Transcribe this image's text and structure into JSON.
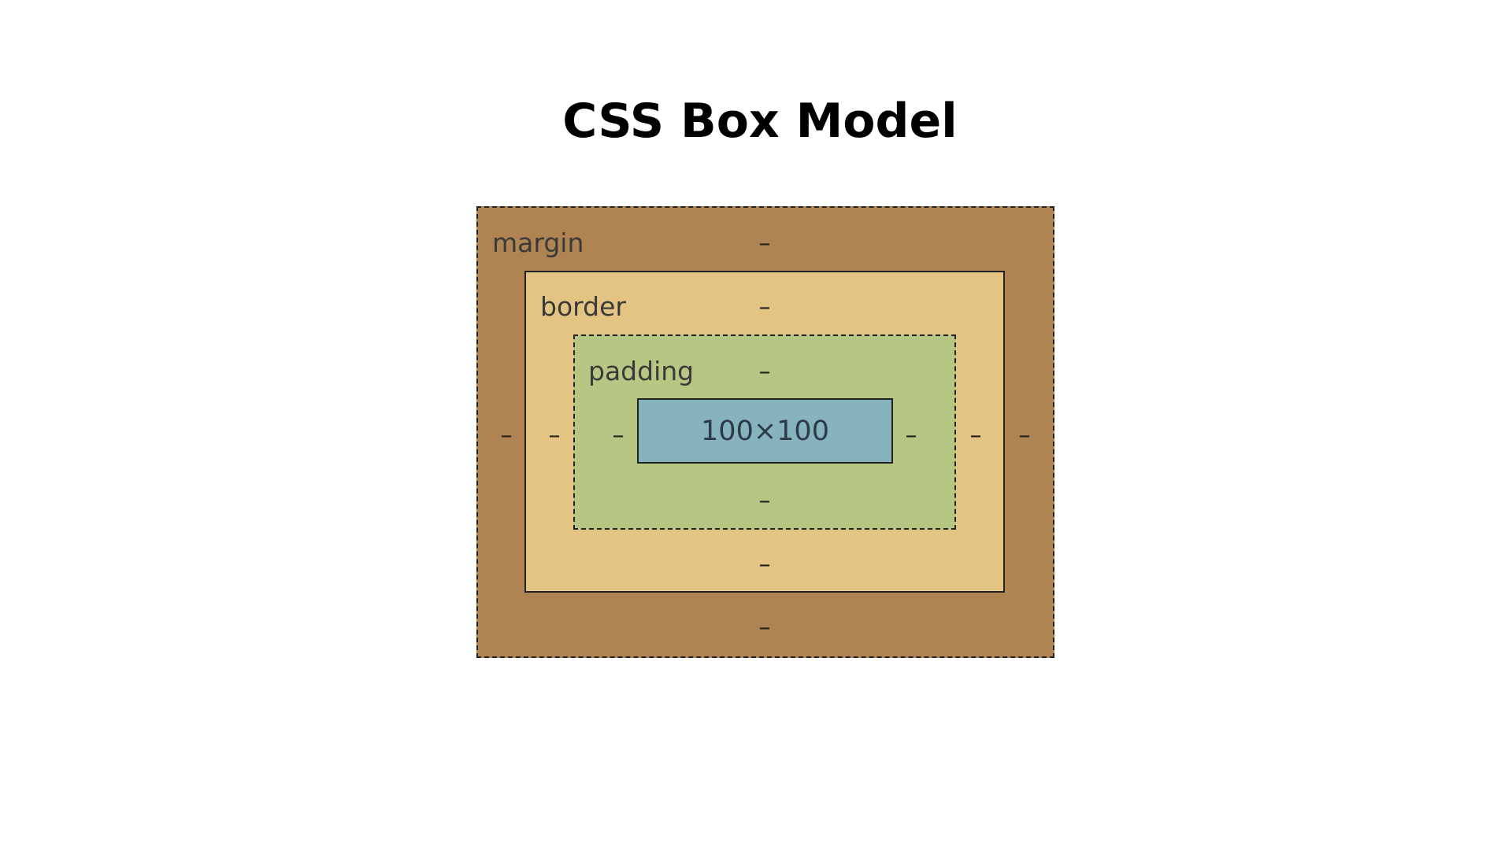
{
  "title": "CSS Box Model",
  "colors": {
    "margin": "#b08353",
    "border": "#e3c482",
    "padding": "#b8c683",
    "content": "#87b3bc"
  },
  "margin": {
    "label": "margin",
    "top": "–",
    "right": "–",
    "bottom": "–",
    "left": "–"
  },
  "border": {
    "label": "border",
    "top": "–",
    "right": "–",
    "bottom": "–",
    "left": "–"
  },
  "padding": {
    "label": "padding",
    "top": "–",
    "right": "–",
    "bottom": "–",
    "left": "–"
  },
  "content": {
    "size": "100×100"
  }
}
